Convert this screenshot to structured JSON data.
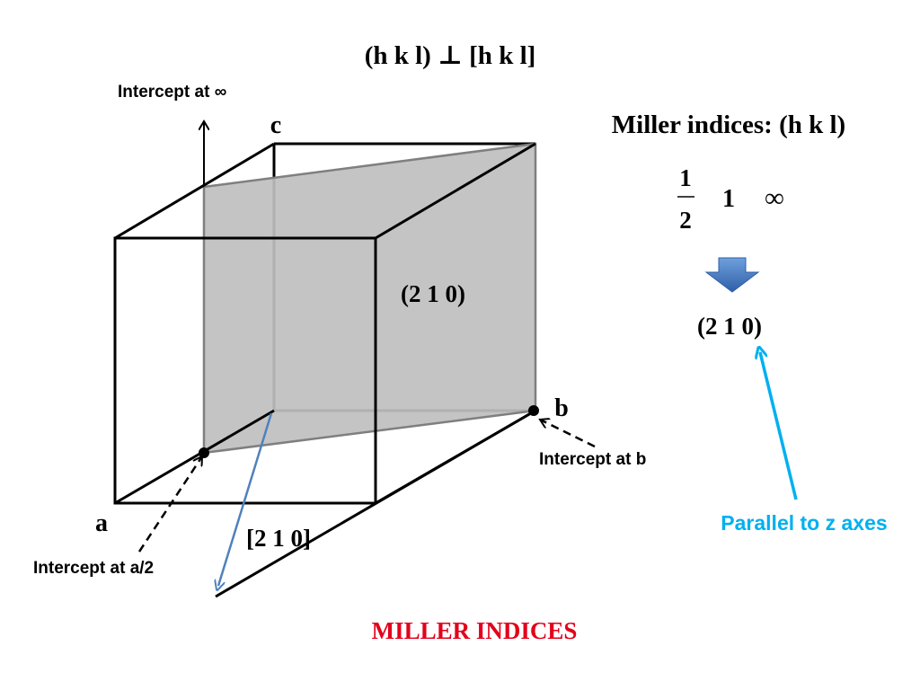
{
  "title": "(h k l) ⊥ [h k l]",
  "footer": "MILLER INDICES",
  "axes": {
    "c": "c",
    "b": "b",
    "a": "a"
  },
  "labels": {
    "intercept_inf": "Intercept at ∞",
    "intercept_b": "Intercept at b",
    "intercept_a2": "Intercept at a/2",
    "plane": "(2 1 0)",
    "direction": "[2 1 0]"
  },
  "panel": {
    "heading": "Miller indices: (h k l)",
    "frac_num": "1",
    "frac_den": "2",
    "val_one": "1",
    "val_inf": "∞",
    "result": "(2 1 0)",
    "parallel": "Parallel to z axes"
  },
  "colors": {
    "plane_fill": "#bfbfbf",
    "plane_edge": "#7f7f7f",
    "direction_arrow": "#4f81bd",
    "parallel_arrow": "#00b0f0",
    "down_arrow": "#4f81bd",
    "footer": "#e3001b"
  }
}
